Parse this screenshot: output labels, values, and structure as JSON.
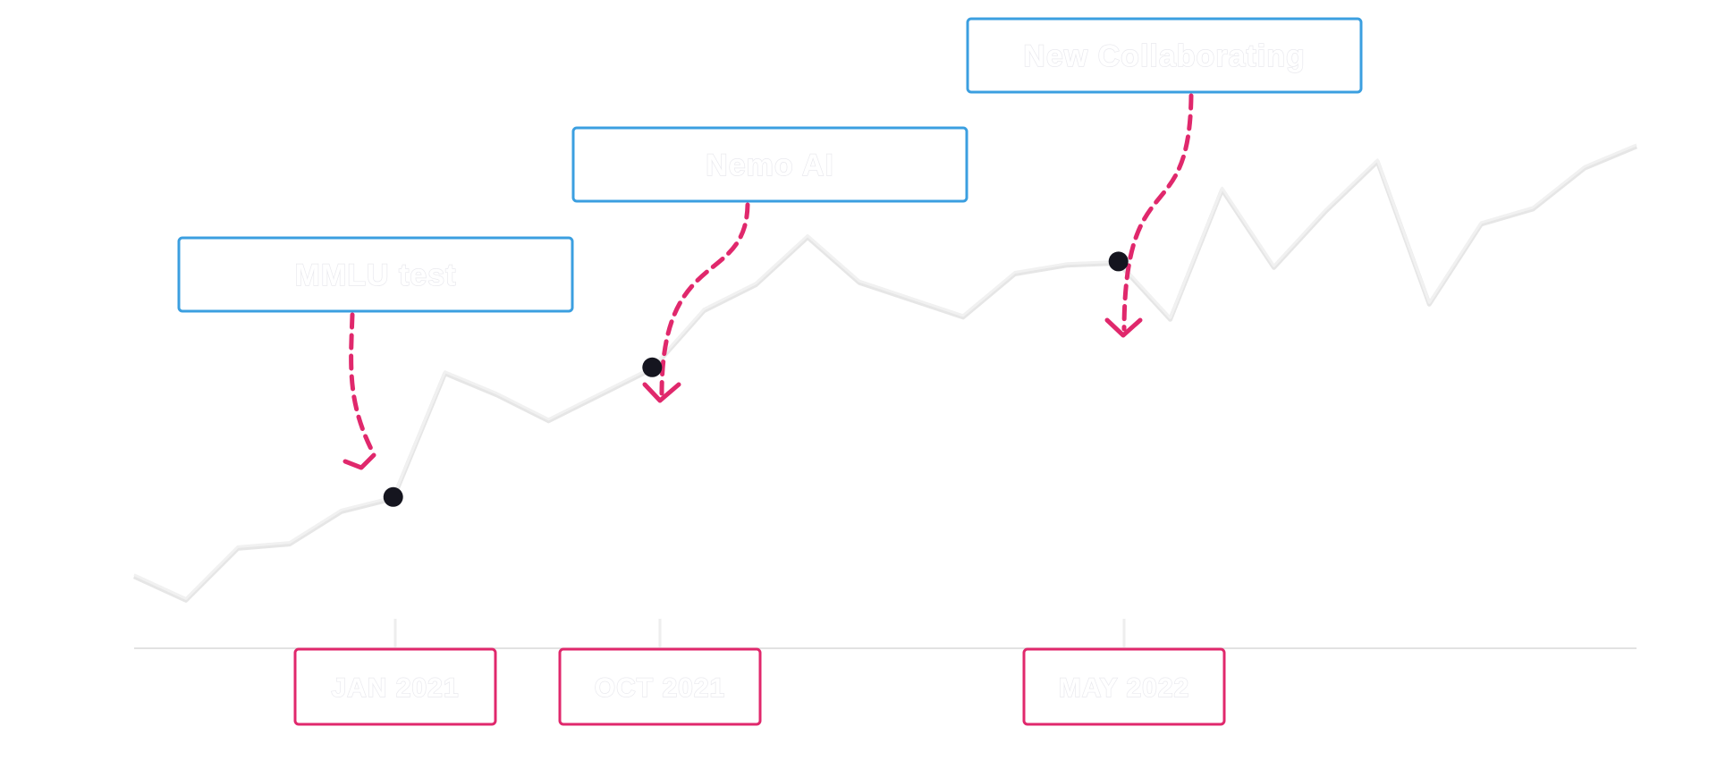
{
  "chart_data": {
    "type": "line",
    "series": [
      {
        "values": [
          0.34,
          0.23,
          0.47,
          0.49,
          0.64,
          0.7,
          1.28,
          1.18,
          1.06,
          1.18,
          1.3,
          1.57,
          1.69,
          1.91,
          1.7,
          1.62,
          1.54,
          1.74,
          1.78,
          1.79,
          1.53,
          2.13,
          1.77,
          2.03,
          2.26,
          1.6,
          1.97,
          2.04,
          2.23,
          2.33
        ]
      }
    ],
    "events": [
      {
        "title": "MMLU test",
        "date": "JAN 2021",
        "point_index": 5
      },
      {
        "title": "Nemo AI",
        "date": "OCT 2021",
        "point_index": 10
      },
      {
        "title": "New Collaborating",
        "date": "MAY 2022",
        "point_index": 19
      }
    ],
    "ylim": [
      0,
      3
    ],
    "colors": {
      "title_box": "#3b9fe0",
      "date_box": "#e0286c",
      "arrow": "#e0286c",
      "marker": "#15151f",
      "baseline": "#d8d8d8",
      "line": "#f1f1f1"
    }
  }
}
